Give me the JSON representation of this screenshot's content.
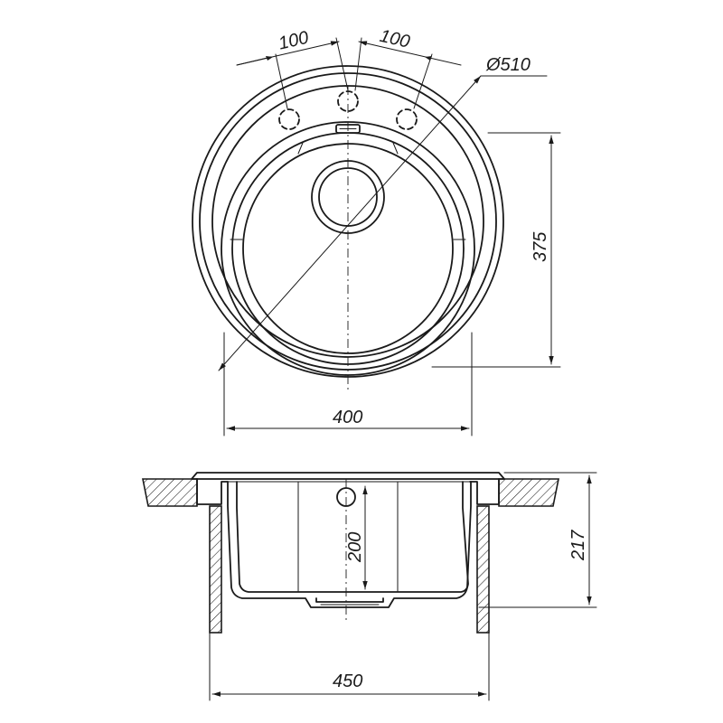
{
  "drawing": {
    "top_view": {
      "tap_spacing_left": "100",
      "tap_spacing_right": "100",
      "outer_diameter": "Ø510",
      "depth_dimension": "375",
      "width_dimension": "400"
    },
    "section_view": {
      "bowl_depth": "200",
      "total_depth": "217",
      "cutout_width": "450"
    }
  }
}
